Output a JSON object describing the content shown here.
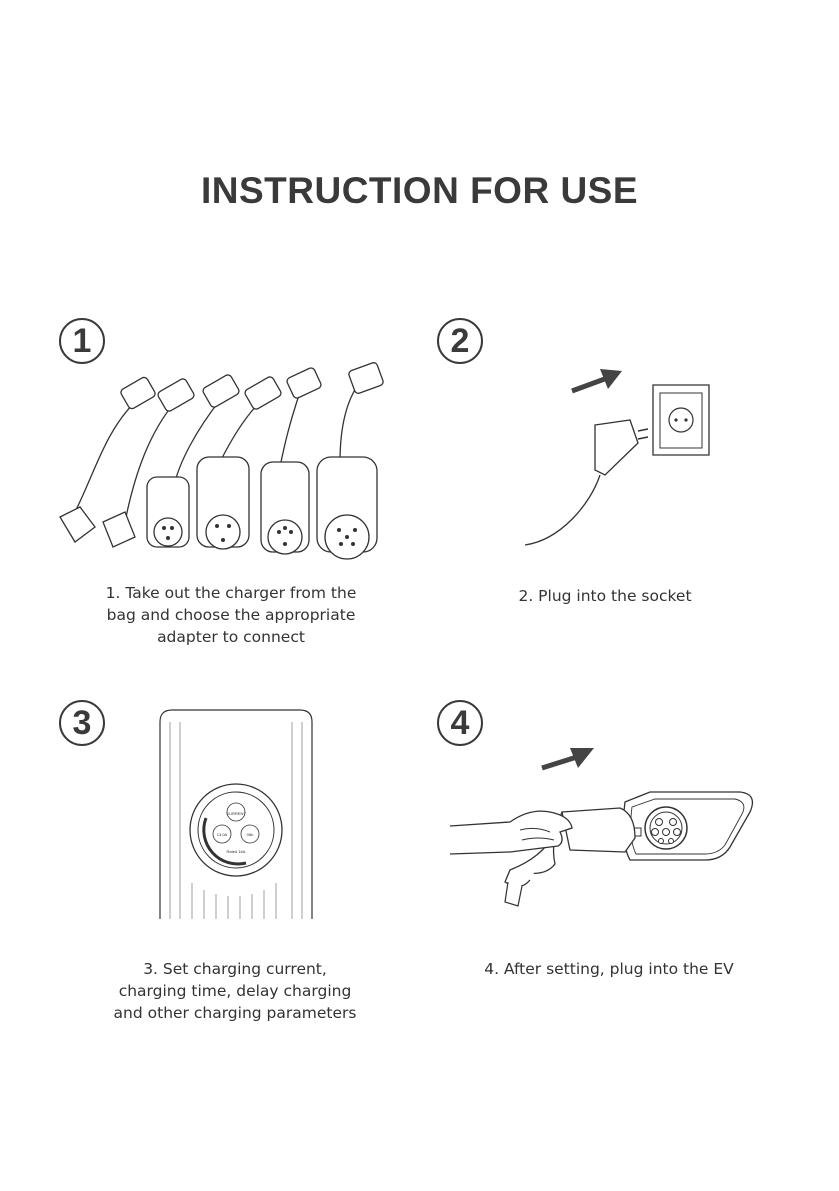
{
  "page": {
    "title": "INSTRUCTION FOR USE"
  },
  "steps": [
    {
      "number": "1",
      "caption_lines": [
        "1. Take out the charger from the",
        "bag and choose the appropriate",
        "adapter to connect"
      ],
      "icon": "adapter-set-icon"
    },
    {
      "number": "2",
      "caption_lines": [
        "2. Plug into the socket"
      ],
      "icon": "plug-socket-icon"
    },
    {
      "number": "3",
      "caption_lines": [
        "3. Set charging current,",
        "charging time, delay charging",
        "and other charging parameters"
      ],
      "icon": "charger-panel-icon",
      "panel_labels": {
        "top": "CURRENT",
        "left": "13.0A",
        "right": "08h",
        "bottom": "Rated 16A"
      }
    },
    {
      "number": "4",
      "caption_lines": [
        "4. After setting,  plug into the EV"
      ],
      "icon": "ev-plug-icon"
    }
  ]
}
